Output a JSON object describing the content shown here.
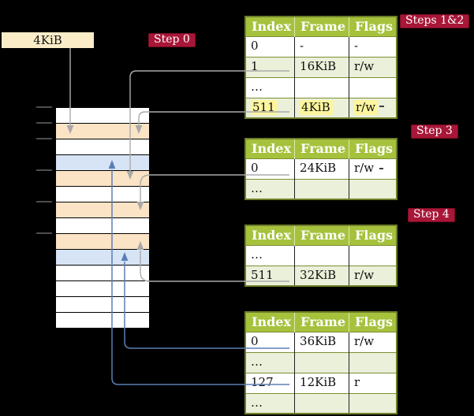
{
  "colors": {
    "badge_red": "#a81638",
    "header_green": "#a6c23d",
    "tint": "#eaf0d9",
    "highlight": "#fcf59e",
    "peach": "#fbe3c5",
    "lightblue": "#d7e4f5",
    "cream": "#f9ecc7",
    "olive": "#6f7f2a",
    "olive_light": "#7d8d33",
    "gray_line": "#ababab",
    "blue_line": "#5b7eb5"
  },
  "frame_box": {
    "label": "4KiB"
  },
  "badges": {
    "step0": "Step 0",
    "steps12": "Steps 1&2",
    "step3": "Step 3",
    "step4": "Step 4"
  },
  "page_tables": [
    {
      "name": "root-table-steps-1-2",
      "headers": [
        "Index",
        "Frame",
        "Flags"
      ],
      "rows": [
        {
          "cells": [
            "0",
            "-",
            "-"
          ],
          "tint": false,
          "highlight": false
        },
        {
          "cells": [
            "1",
            "16KiB",
            "r/w"
          ],
          "tint": true,
          "highlight": false
        },
        {
          "cells": [
            "…",
            "",
            ""
          ],
          "tint": false,
          "highlight": false
        },
        {
          "cells": [
            "511",
            "4KiB",
            "r/w"
          ],
          "tint": true,
          "highlight": true
        }
      ]
    },
    {
      "name": "table-step-3",
      "headers": [
        "Index",
        "Frame",
        "Flags"
      ],
      "rows": [
        {
          "cells": [
            "0",
            "24KiB",
            "r/w"
          ],
          "tint": false,
          "highlight": false
        },
        {
          "cells": [
            "…",
            "",
            ""
          ],
          "tint": true,
          "highlight": false
        }
      ]
    },
    {
      "name": "table-step-4",
      "headers": [
        "Index",
        "Frame",
        "Flags"
      ],
      "rows": [
        {
          "cells": [
            "…",
            "",
            ""
          ],
          "tint": false,
          "highlight": false
        },
        {
          "cells": [
            "511",
            "32KiB",
            "r/w"
          ],
          "tint": true,
          "highlight": false
        }
      ]
    },
    {
      "name": "leaf-table",
      "headers": [
        "Index",
        "Frame",
        "Flags"
      ],
      "rows": [
        {
          "cells": [
            "0",
            "36KiB",
            "r/w"
          ],
          "tint": false,
          "highlight": false
        },
        {
          "cells": [
            "…",
            "",
            ""
          ],
          "tint": true,
          "highlight": false
        },
        {
          "cells": [
            "127",
            "12KiB",
            "r"
          ],
          "tint": false,
          "highlight": false
        },
        {
          "cells": [
            "…",
            "",
            ""
          ],
          "tint": true,
          "highlight": false
        }
      ]
    }
  ],
  "memory_column": {
    "row_colors": [
      "white",
      "peach",
      "white",
      "blue",
      "peach",
      "white",
      "peach",
      "white",
      "peach",
      "blue",
      "white",
      "white",
      "white",
      "white"
    ],
    "tick_offsets": [
      0,
      20,
      40,
      80,
      120,
      160
    ]
  }
}
